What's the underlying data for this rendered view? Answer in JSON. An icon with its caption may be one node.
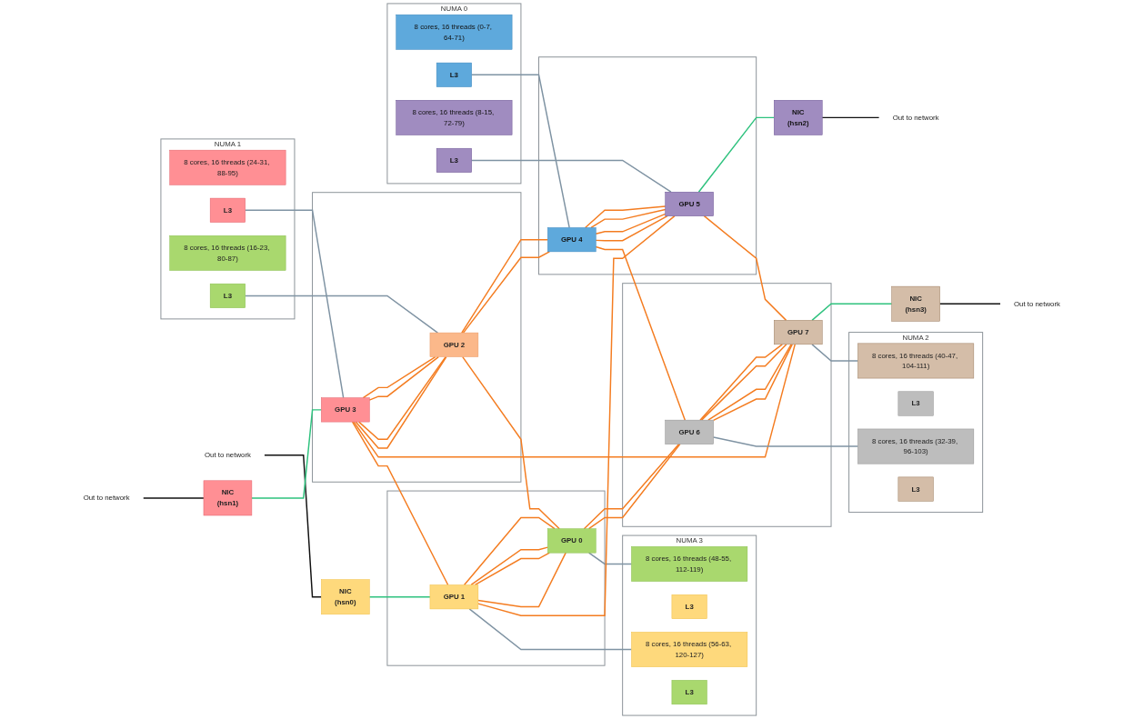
{
  "diagram": {
    "nodes": [
      {
        "text": [
          "Out to network"
        ]
      },
      {
        "text": [
          "Out to network"
        ]
      },
      {
        "text": [
          "NIC",
          "(hsn1)"
        ]
      },
      {
        "text": [
          "NIC",
          "(hsn0)"
        ]
      },
      {
        "text": [
          "NUMA 1"
        ]
      },
      {
        "text": [
          "8 cores, 16 threads (24-31, 88-95)"
        ],
        "in": 4
      },
      {
        "text": [
          "L3"
        ],
        "in": 4
      },
      {
        "text": [
          "8 cores, 16 threads (16-23, 80-87)"
        ],
        "in": 4
      },
      {
        "text": [
          "L3"
        ],
        "in": 4
      },
      {
        "text": [],
        "shape": "box"
      },
      {
        "text": [
          "GPU 3"
        ],
        "in": 9
      },
      {
        "text": [
          "GPU 2"
        ],
        "in": 9
      },
      {
        "text": [],
        "shape": "box"
      },
      {
        "text": [
          "GPU 1"
        ],
        "in": 12
      },
      {
        "text": [
          "GPU 0"
        ],
        "in": 12
      },
      {
        "text": [
          "NUMA 3"
        ]
      },
      {
        "text": [
          "8 cores, 16 threads (56-63, 120-127)"
        ],
        "in": 15
      },
      {
        "text": [
          "L3"
        ],
        "in": 15
      },
      {
        "text": [
          "8 cores, 16 threads (48-55, 112-119)"
        ],
        "in": 15
      },
      {
        "text": [
          "L3"
        ],
        "in": 15
      },
      {
        "text": [
          "NUMA 0"
        ]
      },
      {
        "text": [
          "8 cores, 16 threads (0-7, 64-71)"
        ],
        "in": 20
      },
      {
        "text": [
          "L3"
        ],
        "in": 20
      },
      {
        "text": [
          "8 cores, 16 threads (8-15, 72-79)"
        ],
        "in": 20
      },
      {
        "text": [
          "L3"
        ],
        "in": 20
      },
      {
        "text": [],
        "shape": "box"
      },
      {
        "text": [
          "GPU 4"
        ],
        "in": 25
      },
      {
        "text": [
          "GPU 5"
        ],
        "in": 25
      },
      {
        "text": [],
        "shape": "box"
      },
      {
        "text": [
          "GPU 6"
        ],
        "in": 28
      },
      {
        "text": [
          "GPU 7"
        ],
        "in": 28
      },
      {
        "text": [
          "NUMA 2"
        ]
      },
      {
        "text": [
          "8 cores, 16 threads (32-39, 96-103)"
        ],
        "in": 31
      },
      {
        "text": [
          "L3"
        ],
        "in": 31
      },
      {
        "text": [
          "8 cores, 16 threads (40-47, 104-111)"
        ],
        "in": 31
      },
      {
        "text": [
          "L3"
        ],
        "in": 31
      },
      {
        "text": [
          "NIC",
          "(hsn2)"
        ]
      },
      {
        "text": [
          "NIC",
          "(hsn3)"
        ]
      },
      {
        "text": [
          "Out to network"
        ]
      },
      {
        "text": [
          "Out to network"
        ]
      }
    ],
    "edges": [
      {
        "from": 0,
        "to": 2,
        "arrow": "none",
        "color": "#111111"
      },
      {
        "from": 1,
        "to": 3,
        "arrow": "none",
        "color": "#111111"
      },
      {
        "from": 2,
        "to": 10,
        "arrow": "none",
        "color": "#2ec27e"
      },
      {
        "from": 3,
        "to": 13,
        "arrow": "none",
        "color": "#2ec27e"
      },
      {
        "from": 6,
        "to": 10,
        "arrow": "none",
        "color": "#7f93a3"
      },
      {
        "from": 8,
        "to": 11,
        "arrow": "none",
        "color": "#7f93a3"
      },
      {
        "from": 13,
        "to": 16,
        "arrow": "none",
        "color": "#7f93a3"
      },
      {
        "from": 14,
        "to": 18,
        "arrow": "none",
        "color": "#7f93a3"
      },
      {
        "from": 10,
        "to": 13,
        "arrow": "none"
      },
      {
        "from": 10,
        "to": 30,
        "arrow": "none"
      },
      {
        "from": 13,
        "to": 27,
        "arrow": "none"
      },
      {
        "from": 10,
        "to": 11,
        "arrow": "none"
      },
      {
        "from": 10,
        "to": 11,
        "arrow": "none"
      },
      {
        "from": 10,
        "to": 11,
        "arrow": "none"
      },
      {
        "from": 10,
        "to": 11,
        "arrow": "none"
      },
      {
        "from": 13,
        "to": 14,
        "arrow": "none"
      },
      {
        "from": 13,
        "to": 14,
        "arrow": "none"
      },
      {
        "from": 13,
        "to": 14,
        "arrow": "none"
      },
      {
        "from": 13,
        "to": 14,
        "arrow": "none"
      },
      {
        "from": 11,
        "to": 14,
        "arrow": "none"
      },
      {
        "from": 11,
        "to": 26,
        "arrow": "none"
      },
      {
        "from": 11,
        "to": 26,
        "arrow": "none"
      },
      {
        "from": 14,
        "to": 29,
        "arrow": "none"
      },
      {
        "from": 14,
        "to": 29,
        "arrow": "none"
      },
      {
        "from": 22,
        "to": 26,
        "arrow": "none",
        "color": "#7f93a3"
      },
      {
        "from": 24,
        "to": 27,
        "arrow": "none",
        "color": "#7f93a3"
      },
      {
        "from": 29,
        "to": 32,
        "arrow": "none",
        "color": "#7f93a3"
      },
      {
        "from": 30,
        "to": 34,
        "arrow": "none",
        "color": "#7f93a3"
      },
      {
        "from": 26,
        "to": 29,
        "arrow": "none"
      },
      {
        "from": 26,
        "to": 27,
        "arrow": "none"
      },
      {
        "from": 26,
        "to": 27,
        "arrow": "none"
      },
      {
        "from": 26,
        "to": 27,
        "arrow": "none"
      },
      {
        "from": 26,
        "to": 27,
        "arrow": "none"
      },
      {
        "from": 29,
        "to": 30,
        "arrow": "none"
      },
      {
        "from": 29,
        "to": 30,
        "arrow": "none"
      },
      {
        "from": 29,
        "to": 30,
        "arrow": "none"
      },
      {
        "from": 29,
        "to": 30,
        "arrow": "none"
      },
      {
        "from": 27,
        "to": 30,
        "arrow": "none"
      },
      {
        "from": 27,
        "to": 36,
        "arrow": "none",
        "color": "#2ec27e"
      },
      {
        "from": 30,
        "to": 37,
        "arrow": "none",
        "color": "#2ec27e"
      },
      {
        "from": 36,
        "to": 38,
        "arrow": "none",
        "color": "#111111"
      },
      {
        "from": 37,
        "to": 39,
        "arrow": "none",
        "color": "#111111"
      }
    ]
  }
}
